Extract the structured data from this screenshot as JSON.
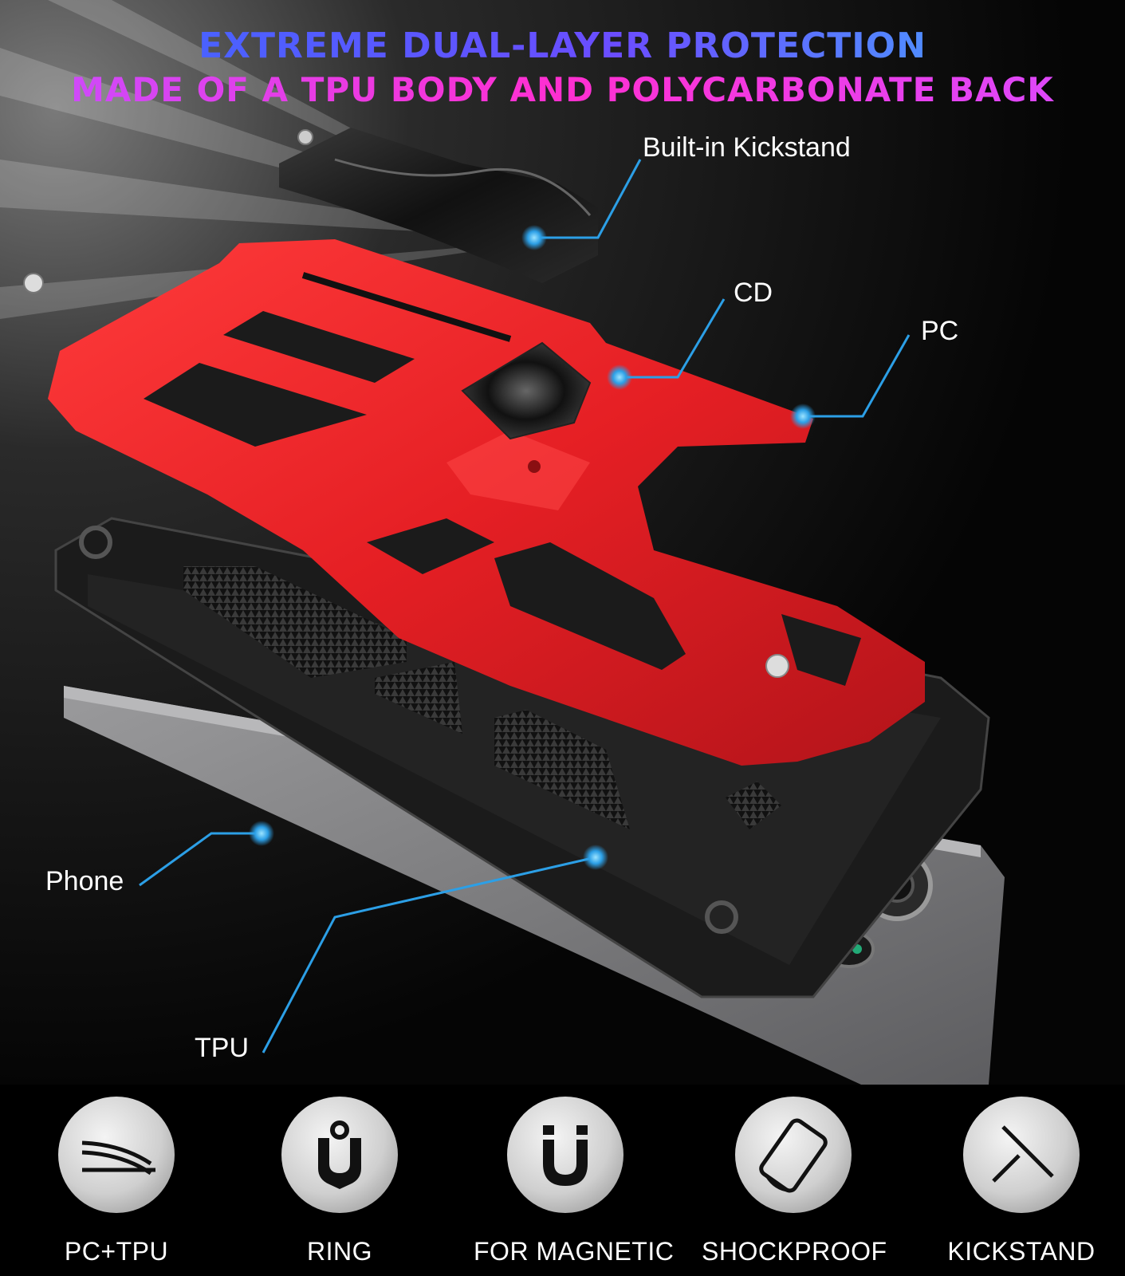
{
  "headline": {
    "line1": "EXTREME DUAL-LAYER PROTECTION",
    "line2": "MADE OF A TPU BODY AND POLYCARBONATE BACK"
  },
  "callouts": {
    "kickstand": "Built-in Kickstand",
    "cd": "CD",
    "pc": "PC",
    "phone": "Phone",
    "tpu": "TPU"
  },
  "colors": {
    "frame_red": "#e51f24",
    "tpu_black": "#1b1b1b",
    "phone_gray": "#8c8c8e",
    "callout_line": "#2c9fe6",
    "title_blue": "#4a5cff",
    "title_magenta": "#ff2fd0"
  },
  "features": [
    {
      "label": "PC+TPU",
      "icon": "curve-layers-icon"
    },
    {
      "label": "RING",
      "icon": "ring-holder-icon"
    },
    {
      "label": "FOR MAGNETIC",
      "icon": "magnet-icon"
    },
    {
      "label": "SHOCKPROOF",
      "icon": "shockproof-phone-icon"
    },
    {
      "label": "KICKSTAND",
      "icon": "kickstand-icon"
    }
  ]
}
